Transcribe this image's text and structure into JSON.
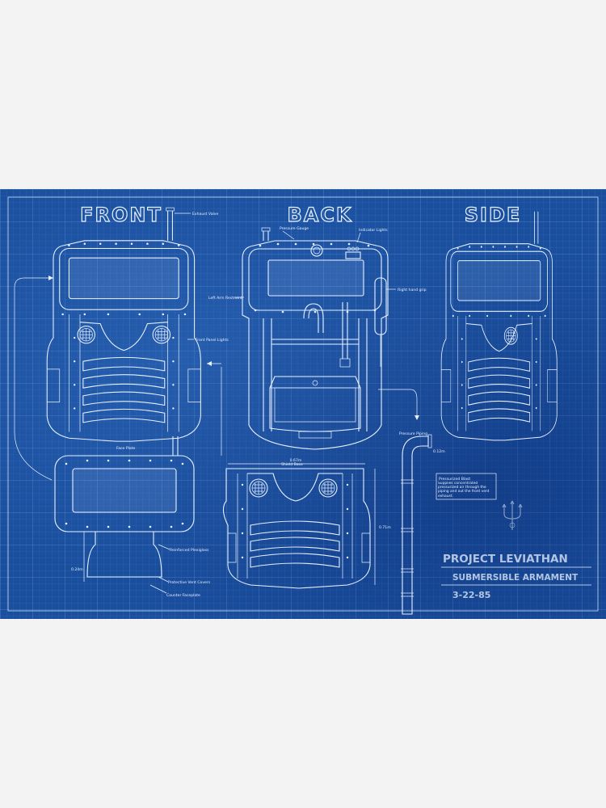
{
  "views": {
    "front": "FRONT",
    "back": "BACK",
    "side": "SIDE"
  },
  "labels": {
    "exhaust_valve": "Exhaust Valve",
    "pressure_gauge": "Pressure Gauge",
    "indicator_lights": "Indicator Lights",
    "right_hand_grip": "Right hand grip",
    "left_arm_restraint": "Left Arm Restraint",
    "front_panel_lights": "Front Panel Lights",
    "pressure_piping": "Pressure Piping",
    "face_plate": "Face Plate",
    "shield_base": "Shield Base",
    "reinforced_plexiglass": "Reinforced Plexiglass",
    "protective_vent_covers": "Protective Vent Covers",
    "counter_faceplate": "Counter Faceplate"
  },
  "dimensions": {
    "width": "0.67m",
    "height": "0.71m",
    "faceplate_depth": "0.24m",
    "pipe_top": "0.12m"
  },
  "note": {
    "title": "Pressurized Blast",
    "body": "Supplies concentrated pressurized air through the piping and out the front vent exhaust."
  },
  "project": {
    "name": "PROJECT LEVIATHAN",
    "subtitle": "SUBMERSIBLE ARMAMENT",
    "date": "3-22-85"
  }
}
